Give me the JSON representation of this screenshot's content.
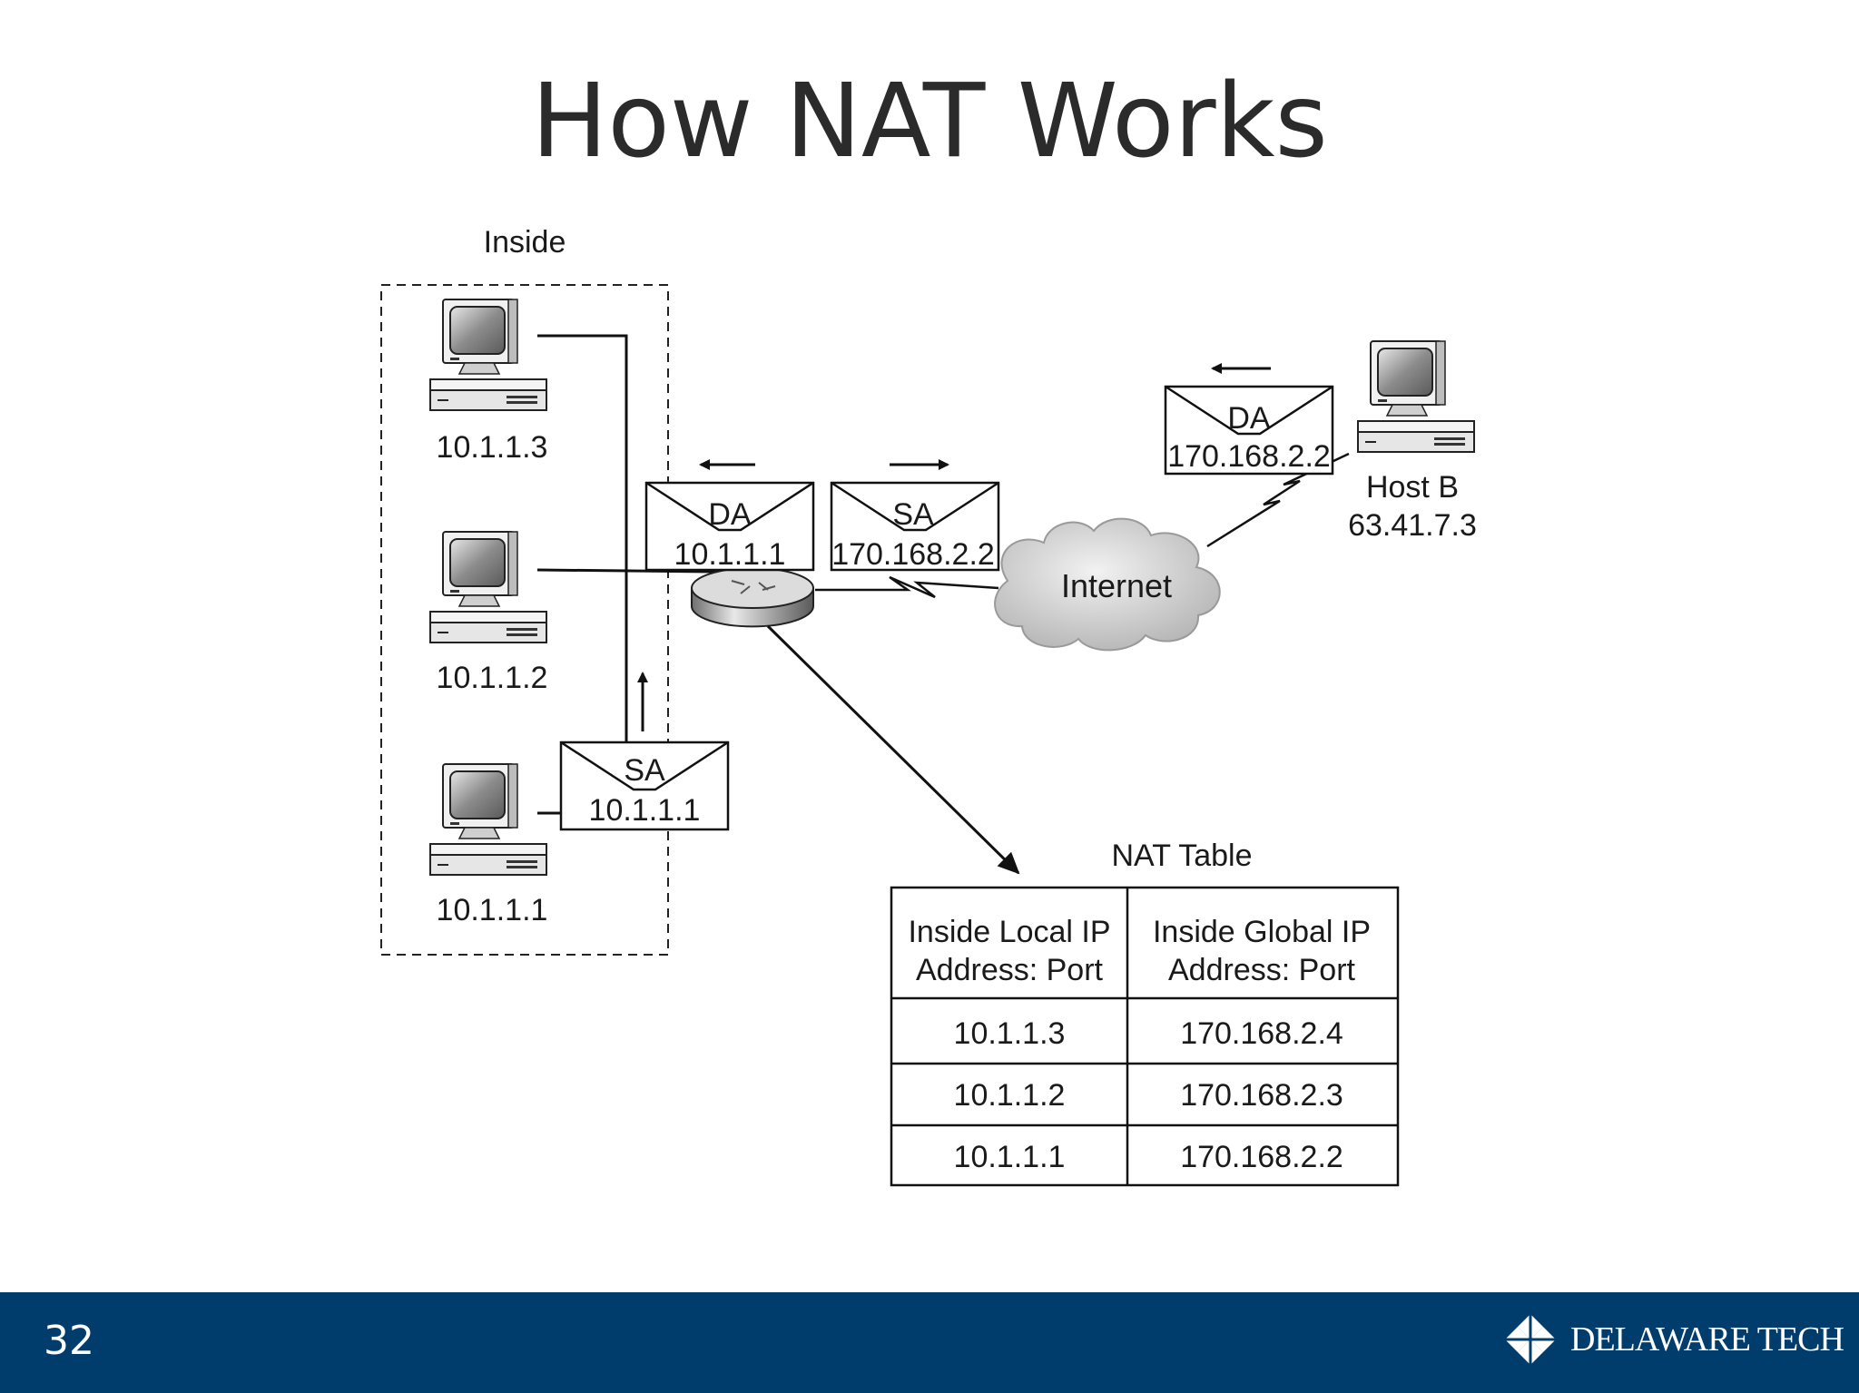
{
  "slide": {
    "title": "How NAT Works",
    "page_number": "32",
    "brand": "DELAWARE TECH"
  },
  "diagram": {
    "inside_label": "Inside",
    "hosts": [
      {
        "ip": "10.1.1.3"
      },
      {
        "ip": "10.1.1.2"
      },
      {
        "ip": "10.1.1.1"
      }
    ],
    "packets": {
      "inside_sa": {
        "label": "SA",
        "ip": "10.1.1.1"
      },
      "router_da": {
        "label": "DA",
        "ip": "10.1.1.1"
      },
      "router_sa": {
        "label": "SA",
        "ip": "170.168.2.2"
      },
      "hostb_da": {
        "label": "DA",
        "ip": "170.168.2.2"
      }
    },
    "host_b": {
      "name": "Host B",
      "ip": "63.41.7.3"
    },
    "internet_label": "Internet",
    "nat_table": {
      "title": "NAT Table",
      "headers": [
        [
          "Inside Local IP",
          "Address: Port"
        ],
        [
          "Inside Global IP",
          "Address: Port"
        ]
      ],
      "rows": [
        [
          "10.1.1.3",
          "170.168.2.4"
        ],
        [
          "10.1.1.2",
          "170.168.2.3"
        ],
        [
          "10.1.1.1",
          "170.168.2.2"
        ]
      ]
    }
  },
  "colors": {
    "footer": "#003c6c",
    "text": "#2b2b2b"
  }
}
